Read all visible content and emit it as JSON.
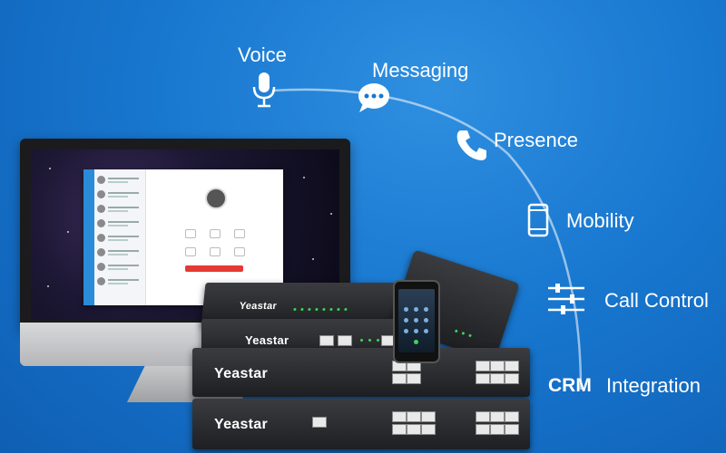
{
  "features": [
    {
      "key": "voice",
      "label": "Voice",
      "icon": "microphone-icon"
    },
    {
      "key": "messaging",
      "label": "Messaging",
      "icon": "chat-bubble-icon"
    },
    {
      "key": "presence",
      "label": "Presence",
      "icon": "phone-handset-icon"
    },
    {
      "key": "mobility",
      "label": "Mobility",
      "icon": "mobile-phone-icon"
    },
    {
      "key": "call_control",
      "label": "Call Control",
      "icon": "sliders-icon"
    },
    {
      "key": "integration",
      "label": "Integration",
      "icon_text": "CRM"
    }
  ],
  "devices": {
    "brand": "Yeastar"
  },
  "colors": {
    "background": "#1877cf",
    "led": "#3fd45a",
    "call_button": "#e53935"
  }
}
